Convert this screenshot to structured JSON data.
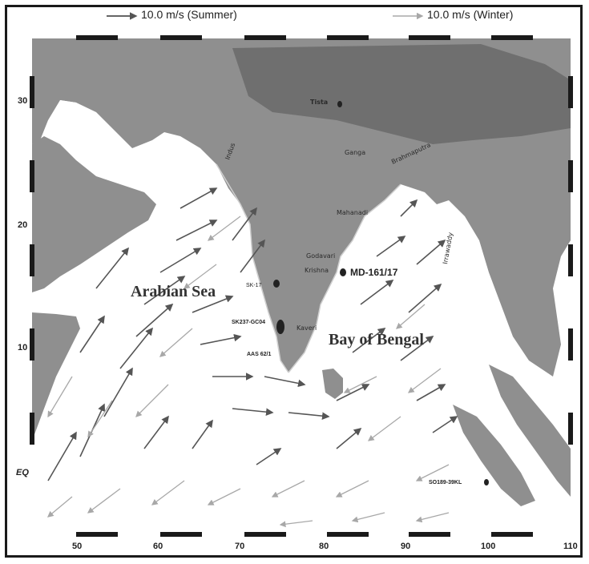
{
  "legend": {
    "summer": "10.0 m/s (Summer)",
    "winter": "10.0 m/s (Winter)"
  },
  "axes": {
    "longitude": [
      "50",
      "60",
      "70",
      "80",
      "90",
      "100",
      "110"
    ],
    "latitude": [
      "30",
      "20",
      "10",
      "EQ"
    ]
  },
  "seas": {
    "arabian_sea": "Arabian Sea",
    "bay_of_bengal": "Bay of Bengal"
  },
  "places": {
    "tista": "Tista",
    "ganga": "Ganga",
    "brahmaputra": "Brahmaputra",
    "mahanadi": "Mahanadi",
    "godavari": "Godavari",
    "krishna": "Krishna",
    "kaveri": "Kaveri",
    "indus": "Indus",
    "irrawaddy": "Irrawaddy"
  },
  "cores": {
    "md161": "MD-161/17",
    "sk17": "SK-17",
    "sk237": "SK237-GC04",
    "aas": "AAS 62/1",
    "so189": "SO189-39KL"
  },
  "colors": {
    "land": "#8f8f8f",
    "himalaya": "#6f6f6f",
    "ocean": "#ffffff",
    "arrow_summer": "#555555",
    "arrow_winter": "#a8a8a8",
    "frame": "#1a1a1a"
  }
}
